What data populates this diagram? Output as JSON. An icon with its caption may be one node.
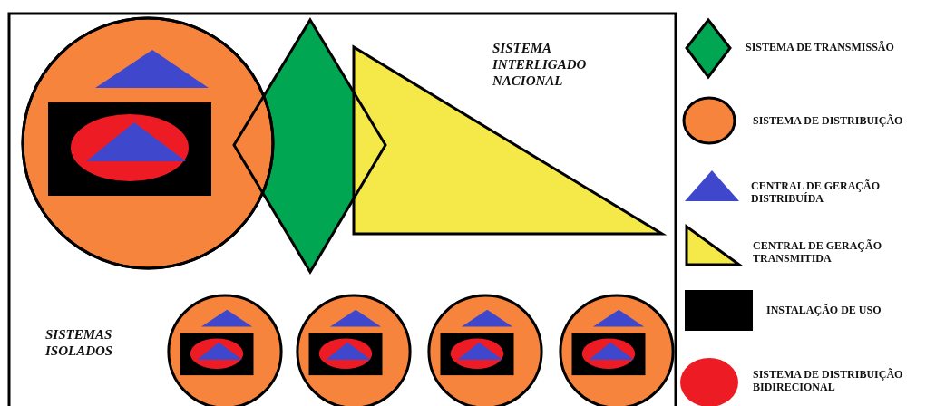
{
  "diagram": {
    "labels": [
      "SISTEMA INTERLIGADO NACIONAL",
      "SISTEMAS ISOLADOS"
    ],
    "legend": [
      {
        "text": "SISTEMA DE TRANSMISSÃO",
        "color": "#00a651"
      },
      {
        "text": "SISTEMA DE DISTRIBUIÇÃO",
        "color": "#f7843c"
      },
      {
        "text": "CENTRAL DE GERAÇÃO DISTRIBUÍDA",
        "color": "#3f48cc"
      },
      {
        "text": "CENTRAL DE GERAÇÃO TRANSMITIDA",
        "color": "#f5e94a"
      },
      {
        "text": "INSTALAÇÃO DE USO",
        "color": "#000000"
      },
      {
        "text": "SISTEMA DE DISTRIBUIÇÃO BIDIRECIONAL",
        "color": "#ed1c24"
      }
    ]
  }
}
